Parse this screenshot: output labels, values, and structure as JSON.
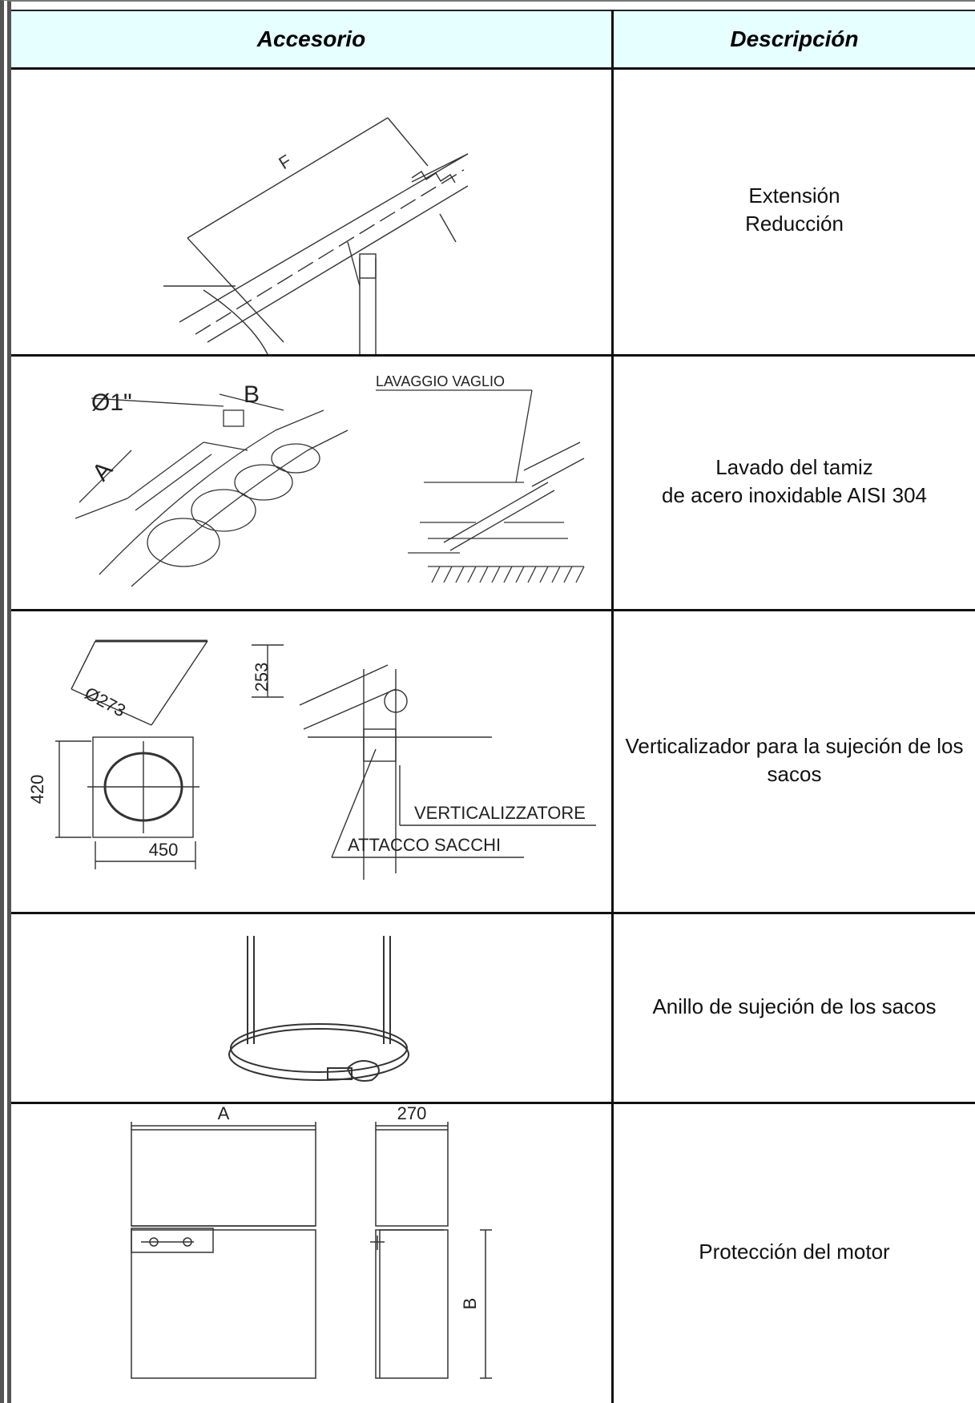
{
  "header": {
    "col_accessory": "Accesorio",
    "col_description": "Descripción"
  },
  "rows": [
    {
      "drawing_labels": [
        "F"
      ],
      "description": [
        "Extensión",
        "Reducción"
      ]
    },
    {
      "drawing_labels": [
        "Ø1\"",
        "B",
        "A",
        "LAVAGGIO VAGLIO"
      ],
      "description": [
        "Lavado del tamiz",
        "de acero inoxidable AISI 304"
      ]
    },
    {
      "drawing_labels": [
        "253",
        "Ø273",
        "420",
        "450",
        "VERTICALIZZATORE",
        "ATTACCO SACCHI"
      ],
      "description": [
        "Verticalizador para la sujeción de los sacos"
      ]
    },
    {
      "drawing_labels": [],
      "description": [
        "Anillo de sujeción de los sacos"
      ]
    },
    {
      "drawing_labels": [
        "A",
        "270",
        "B"
      ],
      "description": [
        "Protección del motor"
      ]
    }
  ]
}
